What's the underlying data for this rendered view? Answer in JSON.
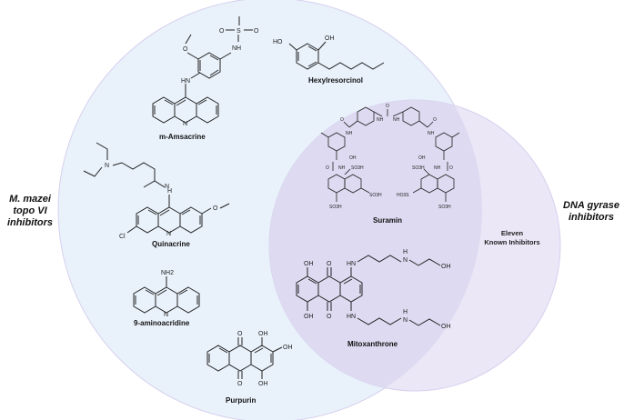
{
  "sets": {
    "left": {
      "lines": [
        "M. mazei",
        "topo VI",
        "inhibitors"
      ],
      "fill": "#e9f2fb"
    },
    "right": {
      "lines": [
        "DNA gyrase",
        "inhibitors"
      ],
      "fill": "#ebe7f7"
    },
    "overlap_fill": "#dedaf1",
    "stroke": "#d6d0ee"
  },
  "note": {
    "lines": [
      "Eleven",
      "Known Inhibitors"
    ]
  },
  "compounds": {
    "amsacrine": "m-Amsacrine",
    "hexylresorcinol": "Hexylresorcinol",
    "quinacrine": "Quinacrine",
    "aminoacridine": "9-aminoacridine",
    "purpurin": "Purpurin",
    "suramin": "Suramin",
    "mitoxanthrone": "Mitoxanthrone"
  },
  "atoms": {
    "O": "O",
    "OH": "OH",
    "HO": "HO",
    "N": "N",
    "NH": "NH",
    "HN": "HN",
    "H": "H",
    "NH2": "NH2",
    "S": "S",
    "Cl": "Cl",
    "SO3H": "SO3H",
    "HO3S": "HO3S"
  }
}
